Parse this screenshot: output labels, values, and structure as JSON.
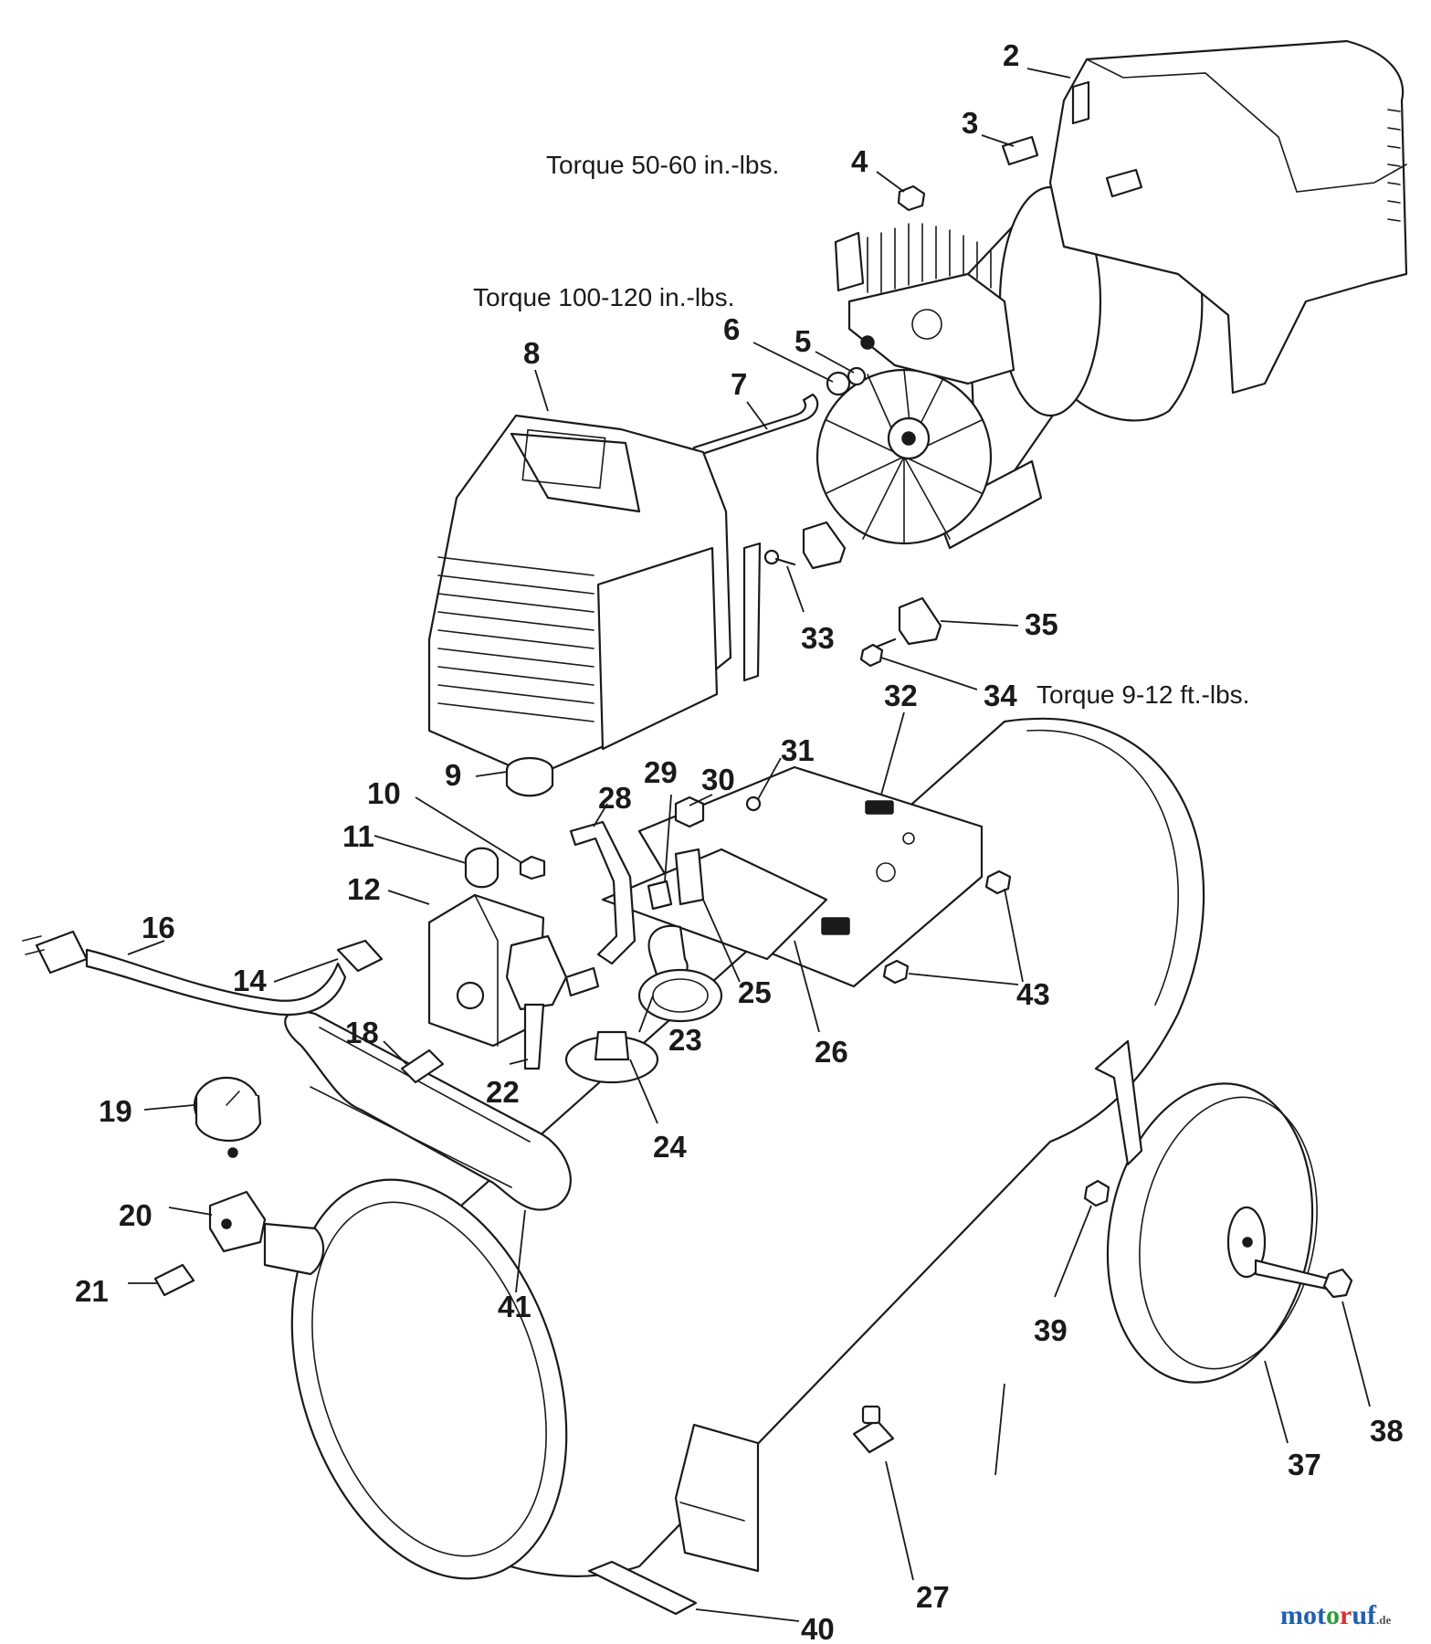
{
  "callouts": [
    "2",
    "3",
    "4",
    "5",
    "6",
    "7",
    "8",
    "9",
    "10",
    "11",
    "12",
    "14",
    "16",
    "18",
    "19",
    "20",
    "21",
    "22",
    "23",
    "24",
    "25",
    "26",
    "27",
    "28",
    "29",
    "30",
    "31",
    "32",
    "33",
    "34",
    "35",
    "37",
    "38",
    "39",
    "40",
    "41",
    "43"
  ],
  "notes": {
    "torque_4": "Torque 50-60 in.-lbs.",
    "torque_6": "Torque 100-120 in.-lbs.",
    "torque_34": "Torque 9-12 ft.-lbs."
  },
  "watermark": {
    "p1": "mot",
    "p2": "o",
    "p3": "r",
    "p4": "uf",
    "p5": ".de"
  }
}
